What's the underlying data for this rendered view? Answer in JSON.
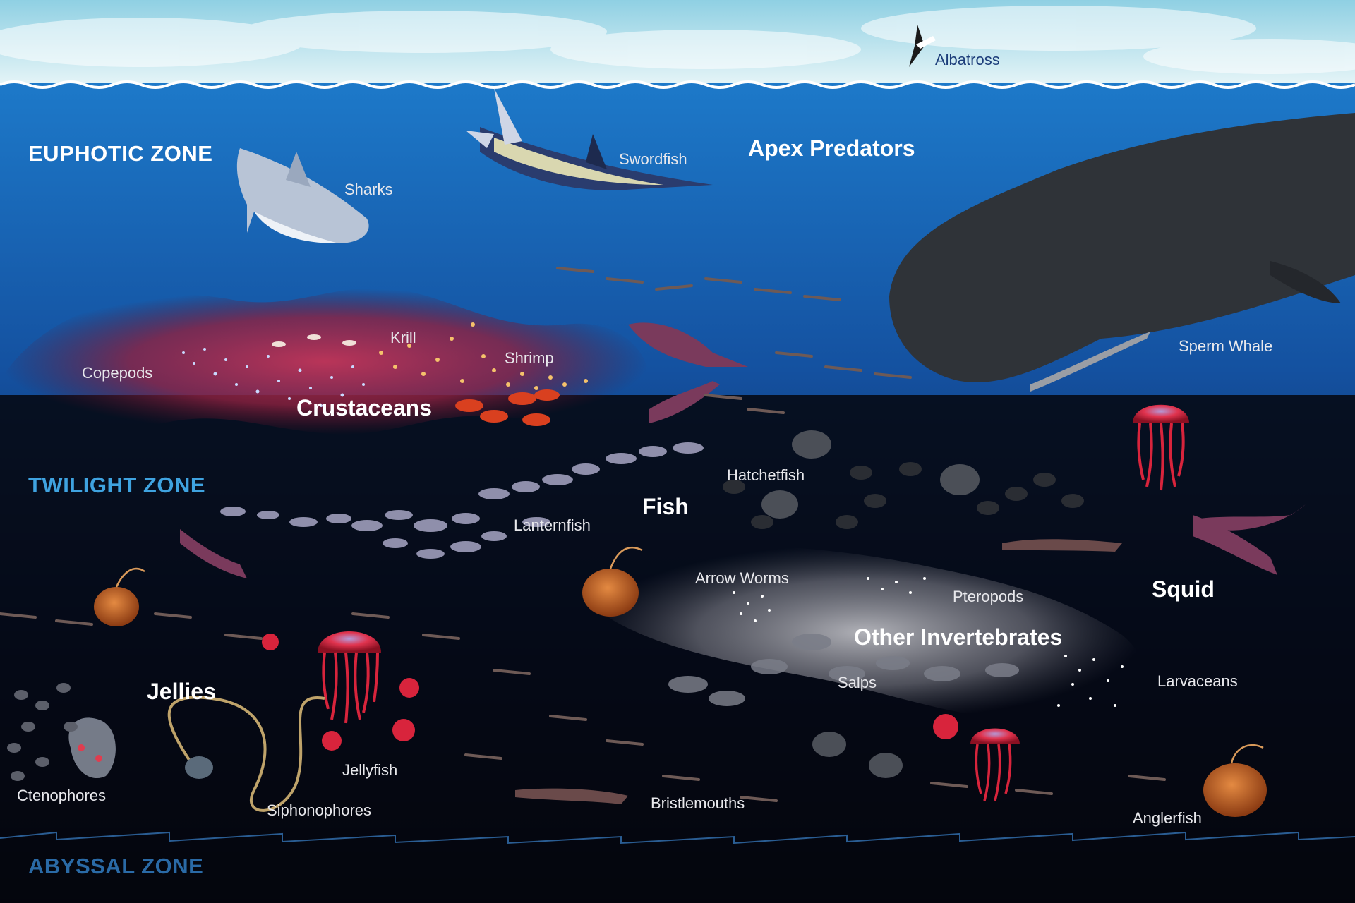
{
  "zones": {
    "euphotic": "EUPHOTIC ZONE",
    "twilight": "TWILIGHT ZONE",
    "abyssal": "ABYSSAL ZONE"
  },
  "groups": {
    "apex": "Apex Predators",
    "crustaceans": "Crustaceans",
    "fish": "Fish",
    "squid": "Squid",
    "other_invertebrates": "Other Invertebrates",
    "jellies": "Jellies"
  },
  "species": {
    "albatross": "Albatross",
    "swordfish": "Swordfish",
    "sharks": "Sharks",
    "sperm_whale": "Sperm Whale",
    "copepods": "Copepods",
    "krill": "Krill",
    "shrimp": "Shrimp",
    "hatchetfish": "Hatchetfish",
    "lanternfish": "Lanternfish",
    "arrow_worms": "Arrow Worms",
    "pteropods": "Pteropods",
    "salps": "Salps",
    "larvaceans": "Larvaceans",
    "jellyfish": "Jellyfish",
    "siphonophores": "Siphonophores",
    "ctenophores": "Ctenophores",
    "bristlemouths": "Bristlemouths",
    "anglerfish": "Anglerfish"
  },
  "colors": {
    "sky_top": "#bfe6ef",
    "sea_surface": "#1f74c4",
    "deep": "#05060d",
    "zone_euphotic": "#ffffff",
    "zone_twilight": "#3fa3e0",
    "zone_abyssal": "#2a6aa6",
    "crustacean_glow": "#b0304f",
    "invertebrate_glow": "#c8c8cc",
    "jelly_red": "#d8243c"
  },
  "icons": [
    "albatross-icon",
    "swordfish-icon",
    "shark-icon",
    "sperm-whale-icon",
    "jellyfish-icon",
    "anglerfish-icon",
    "squid-icon",
    "lanternfish-icon",
    "hatchetfish-icon",
    "ctenophore-icon",
    "siphonophore-icon",
    "bristlemouth-icon",
    "salp-icon"
  ]
}
